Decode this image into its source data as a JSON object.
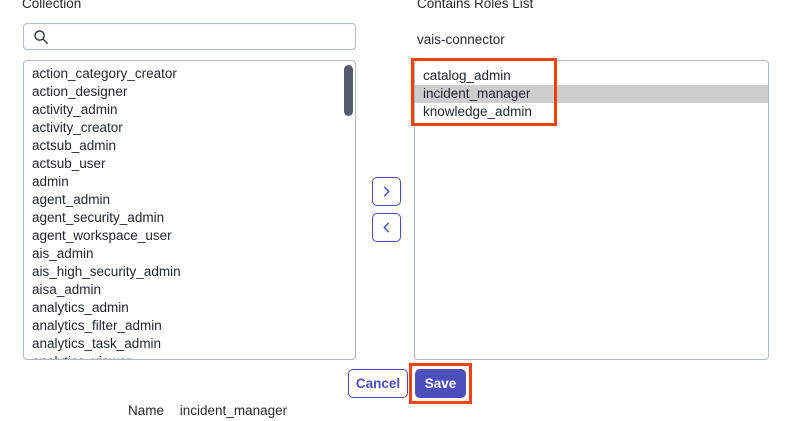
{
  "left_panel": {
    "label": "Collection",
    "search": {
      "value": "",
      "placeholder": "",
      "icon": "search-icon"
    },
    "options": [
      "action_category_creator",
      "action_designer",
      "activity_admin",
      "activity_creator",
      "actsub_admin",
      "actsub_user",
      "admin",
      "agent_admin",
      "agent_security_admin",
      "agent_workspace_user",
      "ais_admin",
      "ais_high_security_admin",
      "aisa_admin",
      "analytics_admin",
      "analytics_filter_admin",
      "analytics_task_admin",
      "analytics_viewer"
    ],
    "scrollbar": {
      "thumb_top_pct": 1,
      "thumb_height_pct": 17
    }
  },
  "transfer": {
    "move_right": {
      "icon": "chevron-right-icon",
      "glyph": "›"
    },
    "move_left": {
      "icon": "chevron-left-icon",
      "glyph": "‹"
    }
  },
  "right_panel": {
    "label": "Contains Roles List",
    "value": "vais-connector",
    "options": [
      {
        "label": "catalog_admin",
        "selected": false
      },
      {
        "label": "incident_manager",
        "selected": true
      },
      {
        "label": "knowledge_admin",
        "selected": false
      }
    ]
  },
  "actions": {
    "cancel_label": "Cancel",
    "save_label": "Save"
  },
  "footer": {
    "name_label": "Name",
    "name_value": "incident_manager"
  },
  "colors": {
    "accent": "#4b4fbb",
    "accent_border": "#4a4fc0",
    "selection": "#cdcdcd",
    "annotation": "#f5410a",
    "scrollbar_thumb": "#565b70",
    "field_border": "#b0b6c0"
  }
}
